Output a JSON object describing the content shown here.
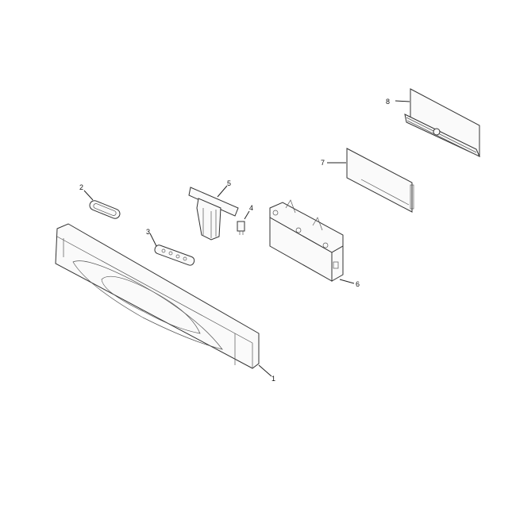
{
  "diagram": {
    "type": "exploded-parts-view",
    "parts": [
      {
        "id": "1",
        "label": "1",
        "description": "Control panel console (front fascia)"
      },
      {
        "id": "2",
        "label": "2",
        "description": "Small oval button / cap"
      },
      {
        "id": "3",
        "label": "3",
        "description": "Push-button strip"
      },
      {
        "id": "4",
        "label": "4",
        "description": "Small switch / connector"
      },
      {
        "id": "5",
        "label": "5",
        "description": "Switch bracket assembly"
      },
      {
        "id": "6",
        "label": "6",
        "description": "Control board housing"
      },
      {
        "id": "7",
        "label": "7",
        "description": "Circuit board / panel plate"
      },
      {
        "id": "8",
        "label": "8",
        "description": "Mounting bracket / cover"
      }
    ]
  }
}
